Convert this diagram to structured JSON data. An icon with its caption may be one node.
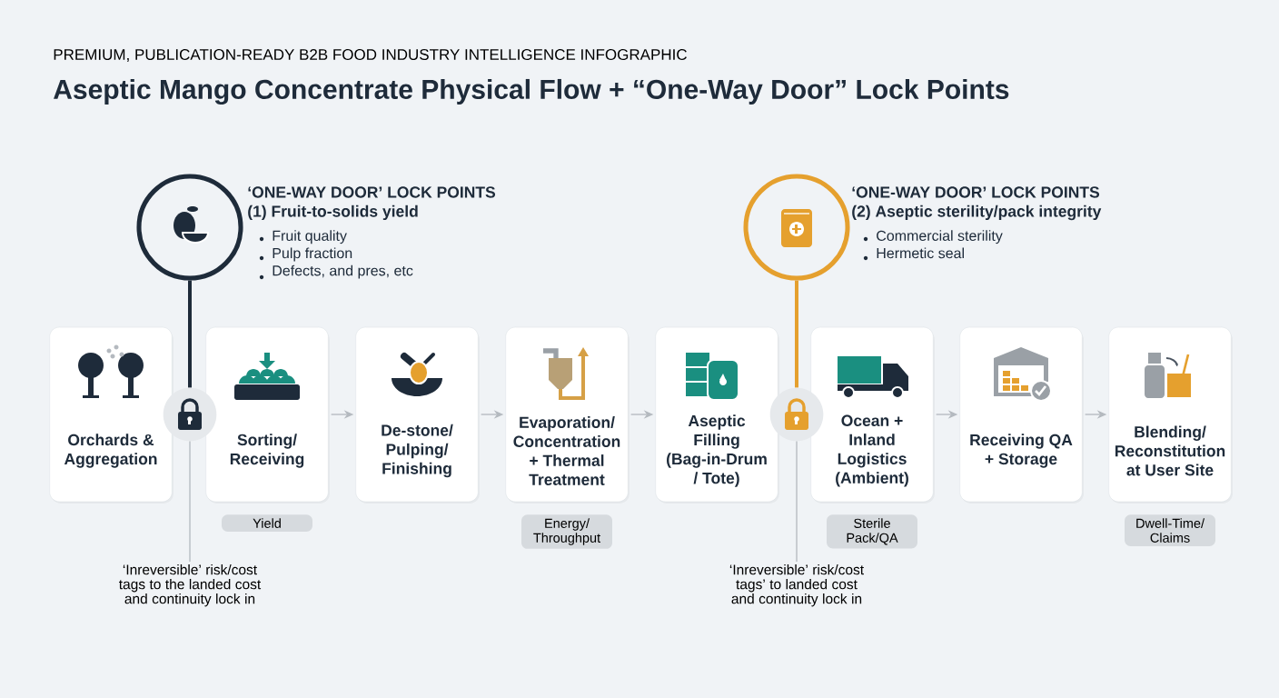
{
  "diagram": {
    "title": "Aseptic Mango Concentrate Physical Flow + “One-Way Door” Lock Points",
    "nodes": [
      {
        "text": [
          "Orchards & Aggregation"
        ]
      },
      {
        "text": [
          "Sorting/ Receiving"
        ],
        "beside": [
          "Yield"
        ]
      },
      {
        "text": [
          "De-stone/ Pulping/ Finishing"
        ]
      },
      {
        "text": [
          "Evaporation/ Concentration + Thermal Treatment"
        ],
        "beside": [
          "Energy/ Throughput"
        ]
      },
      {
        "text": [
          "Aseptic Filling (Bag-in-Drum / Tote)"
        ]
      },
      {
        "text": [
          "Ocean + Inland Logistics (Ambient)"
        ],
        "beside": [
          "Sterile Pack/QA"
        ]
      },
      {
        "text": [
          "Receiving QA + Storage"
        ]
      },
      {
        "text": [
          "Blending/ Reconstitution at User Site"
        ],
        "beside": [
          "Dwell-Time/ Claims"
        ]
      },
      {
        "text": [
          "‘ONE-WAY DOOR’ LOCK POINTS",
          "(1) Fruit-to-solids yield",
          "Fruit quality",
          "Pulp fraction",
          "Defects, and pres, etc"
        ]
      },
      {
        "text": [],
        "shape": "circle"
      },
      {
        "text": [
          "‘Inreversible’ risk/cost tags to the landed cost and continuity lock in"
        ]
      },
      {
        "text": [
          "‘ONE-WAY DOOR’ LOCK POINTS",
          "(2) Aseptic sterility/pack integrity",
          "Commercial sterility",
          "Hermetic seal"
        ]
      },
      {
        "text": [],
        "shape": "circle"
      },
      {
        "text": [
          "‘Inreversible’ risk/cost tags’ to landed cost and continuity lock in"
        ]
      }
    ],
    "edges": [
      {
        "from": 1,
        "to": 2,
        "arrow": "to"
      },
      {
        "from": 2,
        "to": 3,
        "arrow": "to"
      },
      {
        "from": 3,
        "to": 4,
        "arrow": "to"
      },
      {
        "from": 5,
        "to": 6,
        "arrow": "to"
      },
      {
        "from": 6,
        "to": 7,
        "arrow": "to"
      },
      {
        "from": 8,
        "to": 9,
        "arrow": "none",
        "style": "thick",
        "color": "#1e2b3a"
      },
      {
        "from": 9,
        "to": 10,
        "arrow": "none"
      },
      {
        "from": 11,
        "to": 12,
        "arrow": "none",
        "style": "thick",
        "color": "#e5a02e"
      },
      {
        "from": 12,
        "to": 13,
        "arrow": "none"
      }
    ],
    "labels": [
      "PREMIUM, PUBLICATION-READY B2B FOOD INDUSTRY INTELLIGENCE INFOGRAPHIC"
    ]
  }
}
